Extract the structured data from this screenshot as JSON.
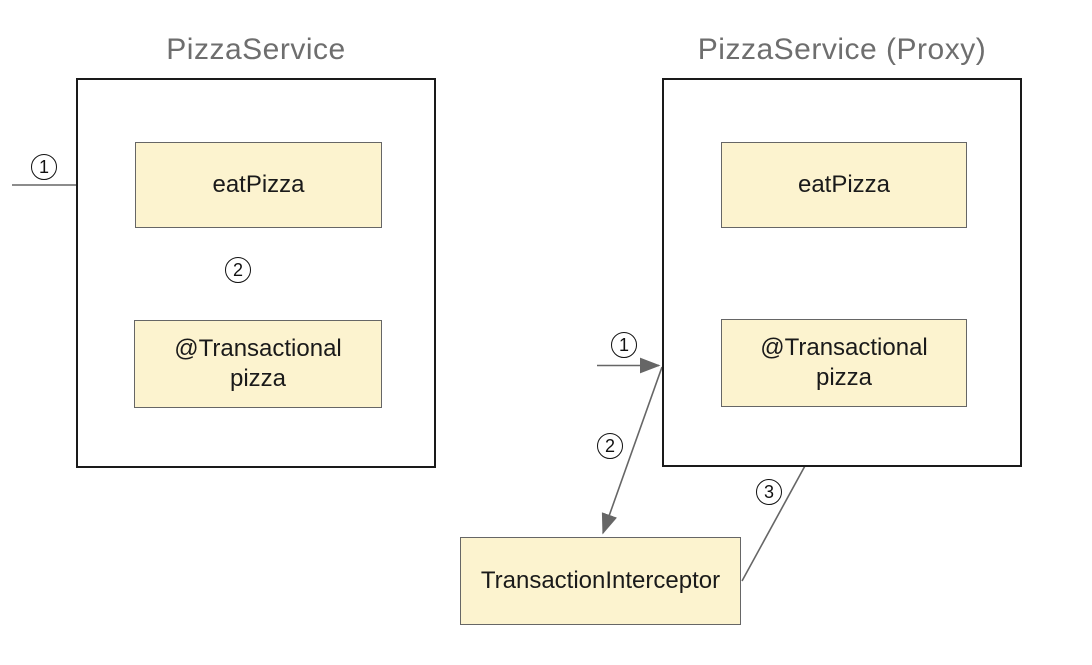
{
  "colors": {
    "node_fill": "#FCF3CF",
    "node_border": "#666666",
    "container_border": "#1A1A1A",
    "arrow": "#666666",
    "title_text": "#6E6E6E",
    "node_text": "#1A1A1A"
  },
  "left_service": {
    "title": "PizzaService",
    "eat_pizza": {
      "label": "eatPizza"
    },
    "transactional": {
      "line1": "@Transactional",
      "line2": "pizza"
    },
    "steps": {
      "one": "1",
      "two": "2"
    }
  },
  "right_service": {
    "title": "PizzaService (Proxy)",
    "eat_pizza": {
      "label": "eatPizza"
    },
    "transactional": {
      "line1": "@Transactional",
      "line2": "pizza"
    },
    "steps": {
      "one": "1",
      "two": "2",
      "three": "3"
    }
  },
  "interceptor": {
    "label": "TransactionInterceptor"
  }
}
